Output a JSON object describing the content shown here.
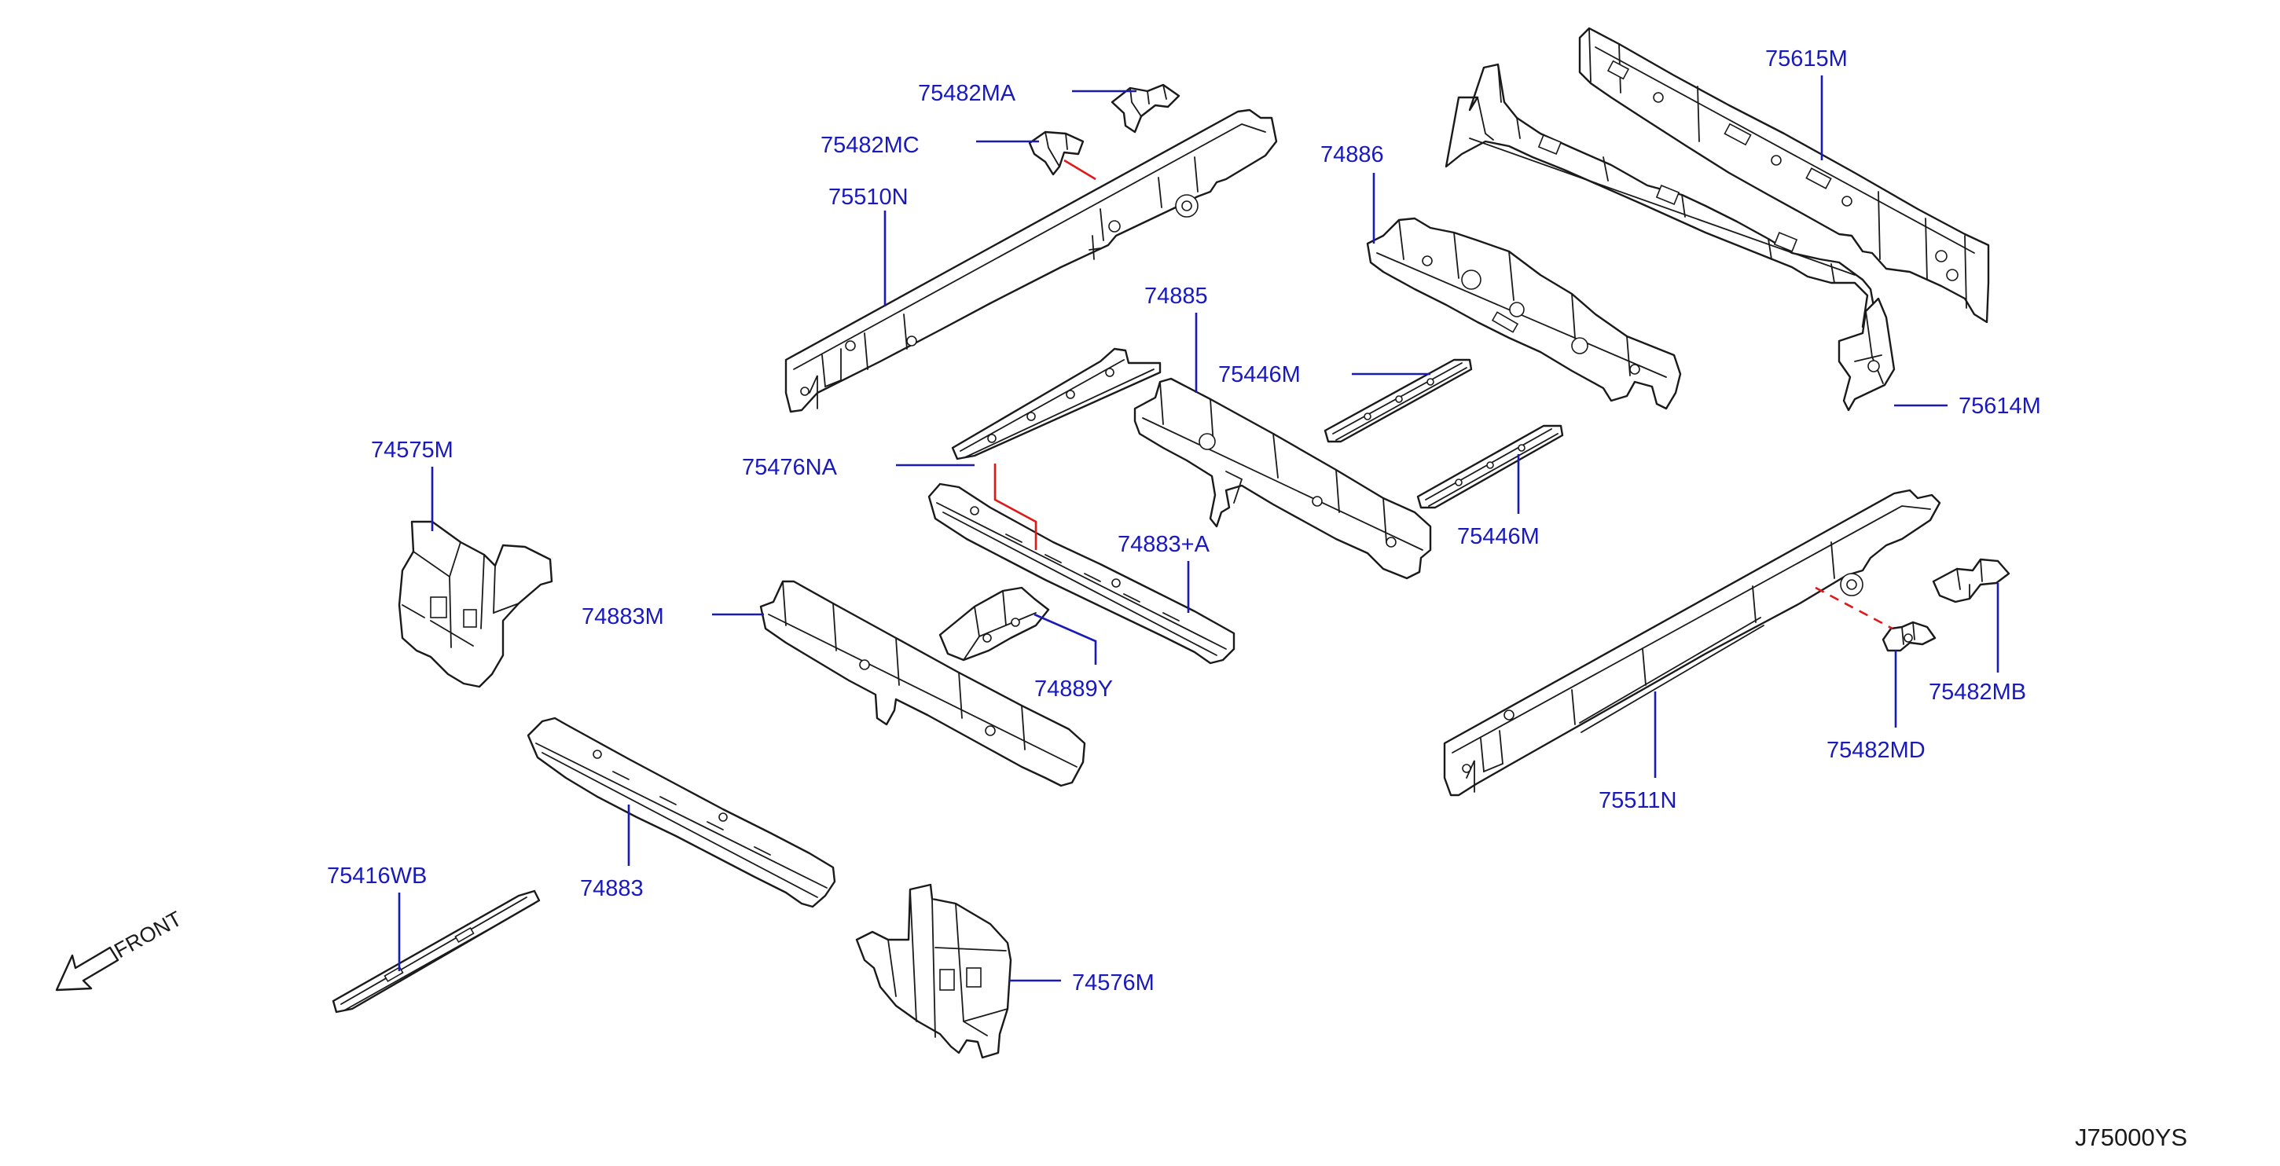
{
  "diagram": {
    "front_indicator": "FRONT",
    "diagram_code": "J75000YS",
    "colors": {
      "label": "#1a1ab8",
      "leader": "#1a1ab8",
      "link": "#e01818",
      "outline": "#1a1a1a"
    },
    "labels": [
      {
        "id": "75482MA",
        "text": "75482MA"
      },
      {
        "id": "75482MC",
        "text": "75482MC"
      },
      {
        "id": "75510N",
        "text": "75510N"
      },
      {
        "id": "74886",
        "text": "74886"
      },
      {
        "id": "75615M",
        "text": "75615M"
      },
      {
        "id": "74885",
        "text": "74885"
      },
      {
        "id": "75446M-upper",
        "text": "75446M"
      },
      {
        "id": "75614M",
        "text": "75614M"
      },
      {
        "id": "74575M",
        "text": "74575M"
      },
      {
        "id": "75476NA",
        "text": "75476NA"
      },
      {
        "id": "75446M-lower",
        "text": "75446M"
      },
      {
        "id": "74883+A",
        "text": "74883+A"
      },
      {
        "id": "74883M",
        "text": "74883M"
      },
      {
        "id": "74889Y",
        "text": "74889Y"
      },
      {
        "id": "75482MB",
        "text": "75482MB"
      },
      {
        "id": "75482MD",
        "text": "75482MD"
      },
      {
        "id": "75511N",
        "text": "75511N"
      },
      {
        "id": "74883",
        "text": "74883"
      },
      {
        "id": "75416WB",
        "text": "75416WB"
      },
      {
        "id": "74576M",
        "text": "74576M"
      }
    ]
  }
}
